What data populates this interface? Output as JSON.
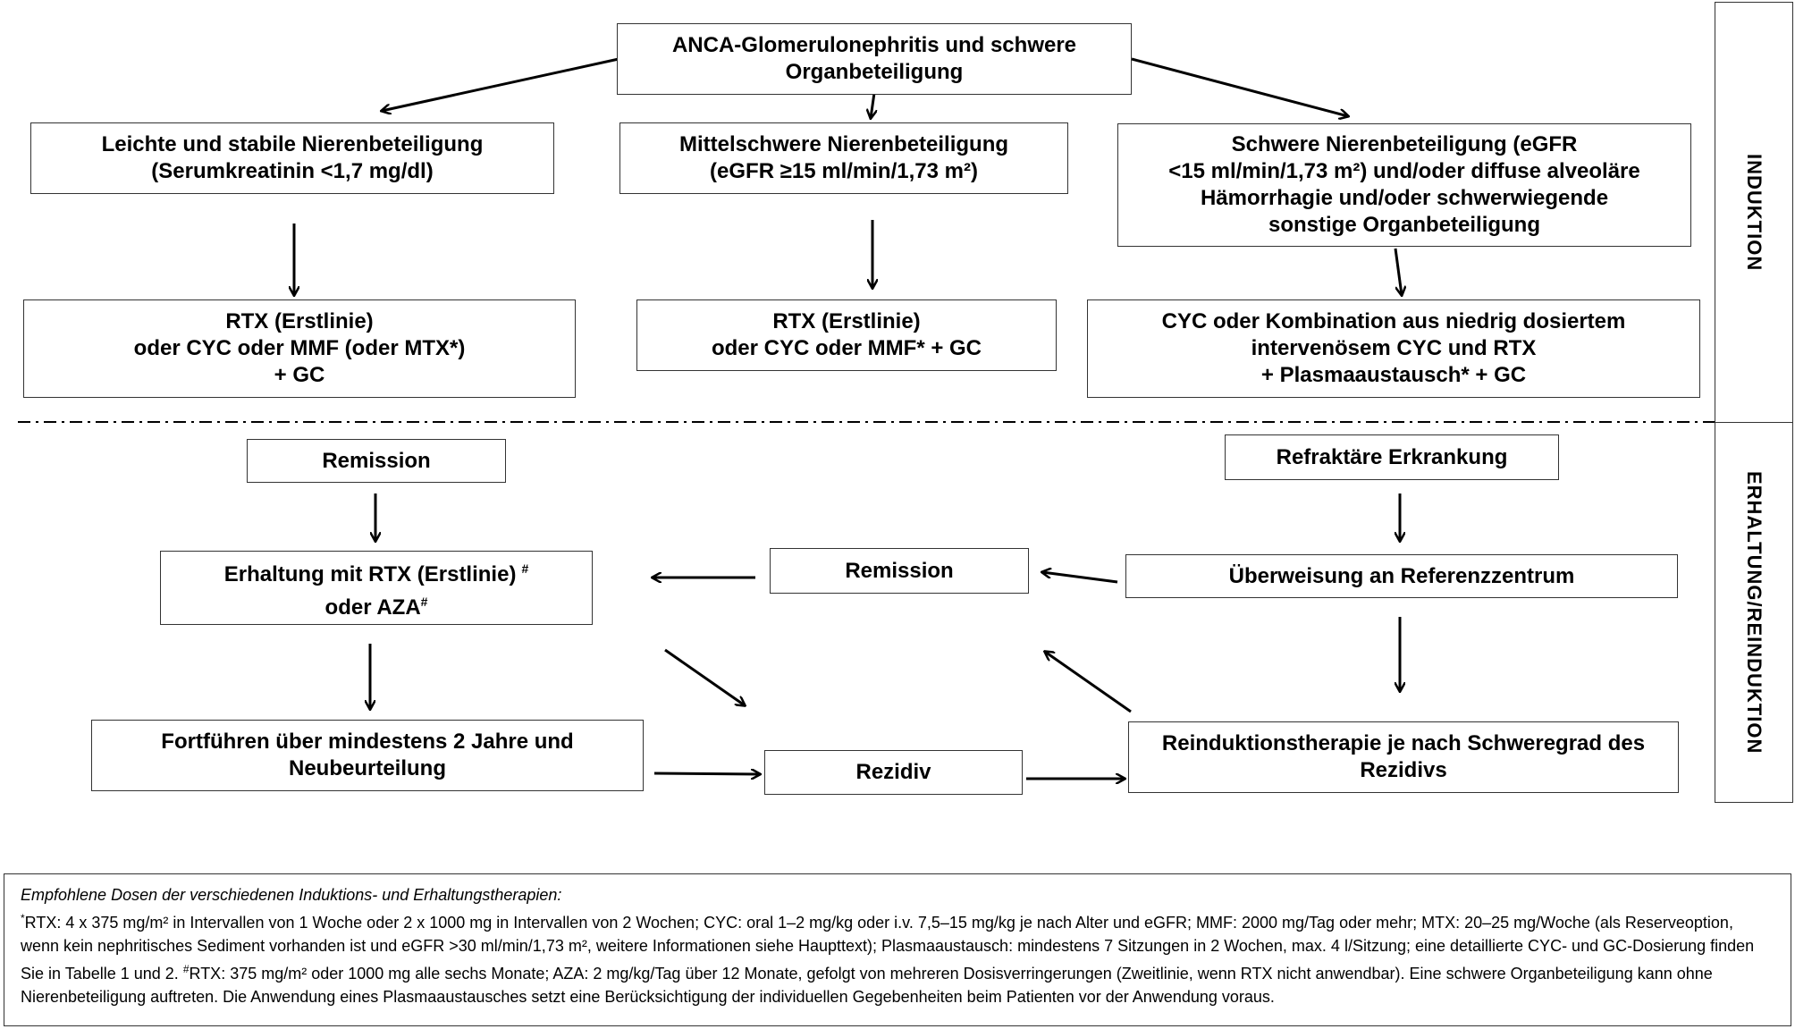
{
  "sections": {
    "induction_label": "INDUKTION",
    "maintenance_label": "ERHALTUNG/REINDUKTION"
  },
  "induction": {
    "top_box": [
      "ANCA-Glomerulonephritis und schwere",
      "Organbeteiligung"
    ],
    "mild_box": [
      "Leichte und stabile Nierenbeteiligung",
      "(Serumkreatinin <1,7 mg/dl)"
    ],
    "moderate_box": [
      "Mittelschwere Nierenbeteiligung",
      "(eGFR ≥15 ml/min/1,73 m²)"
    ],
    "severe_box": [
      "Schwere Nierenbeteiligung (eGFR",
      "<15 ml/min/1,73 m²) und/oder diffuse alveoläre",
      "Hämorrhagie und/oder schwerwiegende",
      "sonstige Organbeteiligung"
    ],
    "mild_therapy": [
      "RTX (Erstlinie)",
      "oder CYC oder MMF (oder MTX*)",
      "+ GC"
    ],
    "moderate_therapy": [
      "RTX (Erstlinie)",
      "oder CYC oder MMF* + GC"
    ],
    "severe_therapy": [
      "CYC oder Kombination aus niedrig dosiertem",
      "intervenösem CYC und RTX",
      "+ Plasmaaustausch* + GC"
    ]
  },
  "maintenance": {
    "remission_left": "Remission",
    "maintenance_box": [
      "Erhaltung mit RTX (Erstlinie)",
      "oder AZA"
    ],
    "maintenance_marker": "#",
    "continue_box": [
      "Fortführen über mindestens 2 Jahre und",
      "Neubeurteilung"
    ],
    "remission_mid": "Remission",
    "relapse": "Rezidiv",
    "refractory": "Refraktäre Erkrankung",
    "referral": "Überweisung an Referenzzentrum",
    "reinduction": [
      "Reinduktionstherapie je nach Schweregrad des",
      "Rezidivs"
    ]
  },
  "footnote": {
    "title": "Empfohlene Dosen der verschiedenen Induktions- und Erhaltungstherapien:",
    "marker_star": "*",
    "text_1": "RTX: 4 x 375 mg/m² in Intervallen von 1 Woche oder 2 x 1000 mg in Intervallen von 2 Wochen; CYC: oral 1–2 mg/kg oder i.v. 7,5–15 mg/kg je nach Alter und eGFR; MMF: 2000 mg/Tag oder mehr; MTX: 20–25 mg/Woche (als Reserveoption, wenn kein nephritisches Sediment vorhanden ist und eGFR >30 ml/min/1,73 m², weitere Informationen siehe Haupttext); Plasmaaustausch: mindestens 7 Sitzungen in 2 Wochen, max. 4 l/Sitzung; eine detaillierte CYC- und GC-Dosierung finden Sie in Tabelle 1 und 2.",
    "marker_hash": "#",
    "text_2": "RTX: 375 mg/m² oder 1000 mg alle sechs Monate; AZA: 2 mg/kg/Tag über 12 Monate, gefolgt von mehreren Dosisverringerungen (Zweitlinie, wenn RTX nicht anwendbar). Eine schwere Organbeteiligung kann ohne Nierenbeteiligung auftreten. Die Anwendung eines Plasmaaustausches setzt eine Berücksichtigung der individuellen Gegebenheiten beim Patienten vor der Anwendung voraus."
  }
}
